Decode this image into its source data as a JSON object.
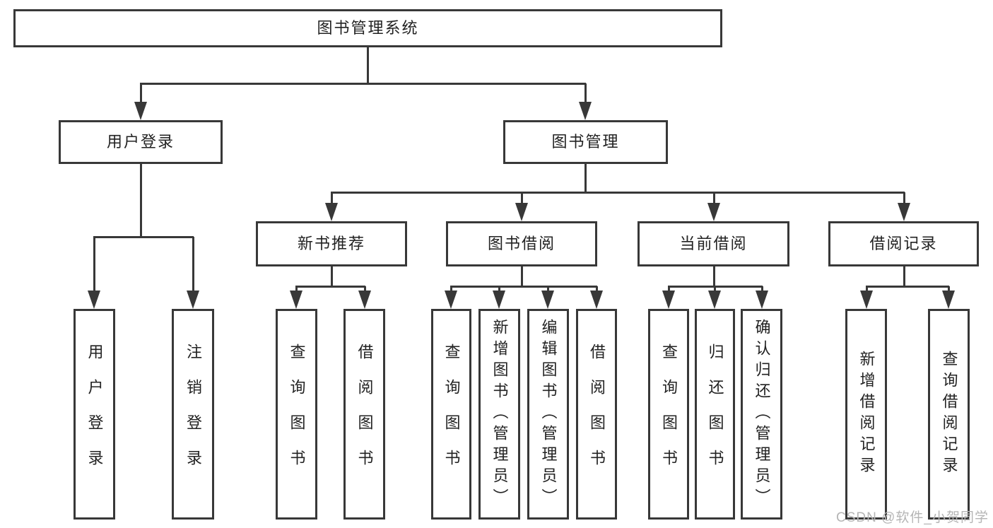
{
  "diagram": {
    "title": "图书管理系统",
    "nodes": [
      {
        "id": "root",
        "label": "图书管理系统",
        "level": 1,
        "parent": null
      },
      {
        "id": "user-login",
        "label": "用户登录",
        "level": 2,
        "parent": "root"
      },
      {
        "id": "book-management",
        "label": "图书管理",
        "level": 2,
        "parent": "root"
      },
      {
        "id": "new-book-recommendation",
        "label": "新书推荐",
        "level": 3,
        "parent": "book-management"
      },
      {
        "id": "book-borrowing",
        "label": "图书借阅",
        "level": 3,
        "parent": "book-management"
      },
      {
        "id": "current-borrowing",
        "label": "当前借阅",
        "level": 3,
        "parent": "book-management"
      },
      {
        "id": "borrowing-records",
        "label": "借阅记录",
        "level": 3,
        "parent": "book-management"
      },
      {
        "id": "user-login-action",
        "label": "用户登录",
        "level": 4,
        "parent": "user-login"
      },
      {
        "id": "logout-action",
        "label": "注销登录",
        "level": 4,
        "parent": "user-login"
      },
      {
        "id": "nbr-query-books",
        "label": "查询图书",
        "level": 4,
        "parent": "new-book-recommendation"
      },
      {
        "id": "nbr-borrow-books",
        "label": "借阅图书",
        "level": 4,
        "parent": "new-book-recommendation"
      },
      {
        "id": "bb-query-books",
        "label": "查询图书",
        "level": 4,
        "parent": "book-borrowing"
      },
      {
        "id": "bb-add-books",
        "label": "新增图书（管理员）",
        "level": 4,
        "parent": "book-borrowing"
      },
      {
        "id": "bb-edit-books",
        "label": "编辑图书（管理员）",
        "level": 4,
        "parent": "book-borrowing"
      },
      {
        "id": "bb-borrow-books",
        "label": "借阅图书",
        "level": 4,
        "parent": "book-borrowing"
      },
      {
        "id": "cb-query-books",
        "label": "查询图书",
        "level": 4,
        "parent": "current-borrowing"
      },
      {
        "id": "cb-return-books",
        "label": "归还图书",
        "level": 4,
        "parent": "current-borrowing"
      },
      {
        "id": "cb-confirm-return",
        "label": "确认归还（管理员）",
        "level": 4,
        "parent": "current-borrowing"
      },
      {
        "id": "br-add-record",
        "label": "新增借阅记录",
        "level": 4,
        "parent": "borrowing-records"
      },
      {
        "id": "br-query-record",
        "label": "查询借阅记录",
        "level": 4,
        "parent": "borrowing-records"
      }
    ]
  },
  "watermark": {
    "text": "CSDN @软件_小贺同学"
  },
  "colors": {
    "background": "#ffffff",
    "line": "#383838",
    "box_border": "#383838",
    "text": "#222222",
    "watermark": "#b5b5b5"
  }
}
